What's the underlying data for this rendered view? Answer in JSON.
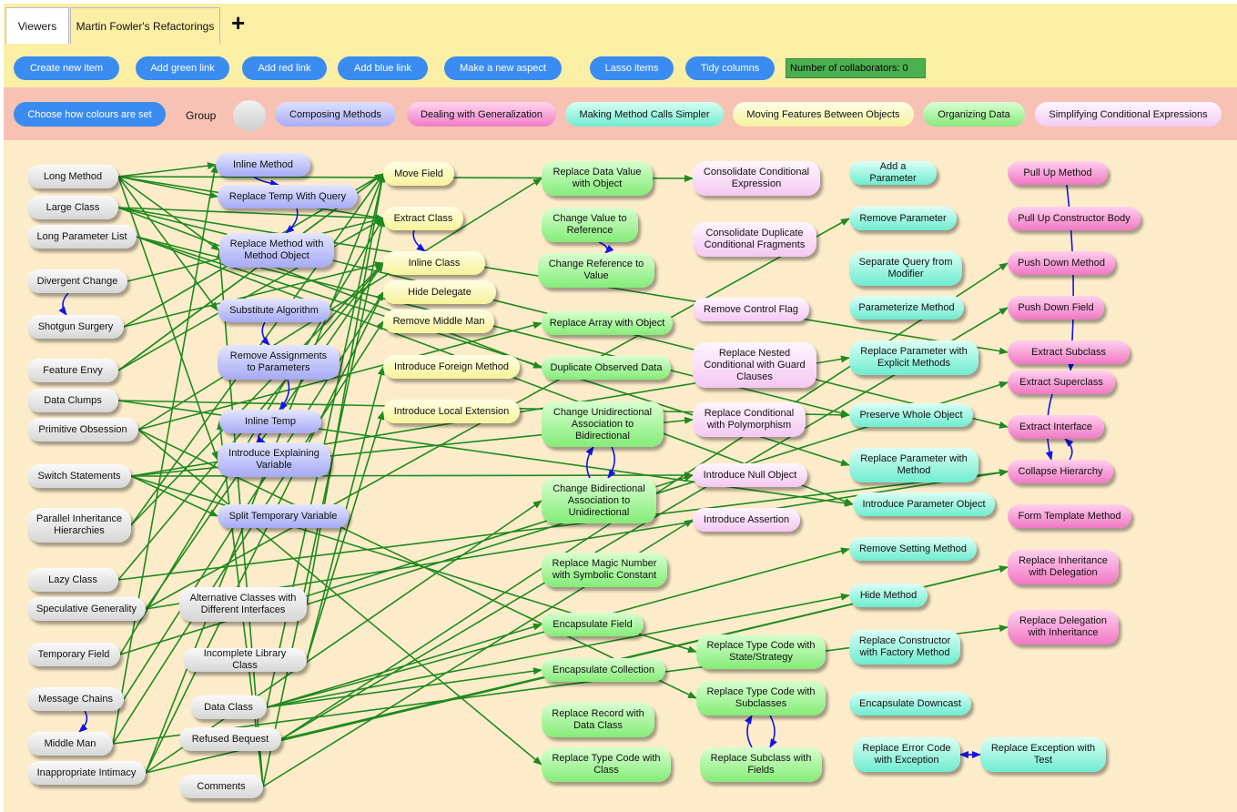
{
  "tabs": {
    "viewers": "Viewers",
    "current": "Martin Fowler's Refactorings",
    "add": "+"
  },
  "toolbar": {
    "create_item": "Create new item",
    "add_green": "Add green link",
    "add_red": "Add red link",
    "add_blue": "Add blue link",
    "new_aspect": "Make a new aspect",
    "lasso": "Lasso items",
    "tidy": "Tidy columns",
    "collaborators": "Number of collaborators: 0"
  },
  "legend": {
    "choose_colours": "Choose how colours are set",
    "group_label": "Group",
    "groups": [
      {
        "label": "Composing Methods",
        "color": "#b3b6f7"
      },
      {
        "label": "Dealing with Generalization",
        "color": "#f58fd0"
      },
      {
        "label": "Making Method Calls Simpler",
        "color": "#7cf0d6"
      },
      {
        "label": "Moving Features Between Objects",
        "color": "#f9f6a8"
      },
      {
        "label": "Organizing Data",
        "color": "#94ee88"
      },
      {
        "label": "Simplifying Conditional Expressions",
        "color": "#f8d4f6"
      }
    ]
  },
  "colors": {
    "green_link": "#1f8a1f",
    "blue_link": "#1414e6",
    "canvas": "#fdecca"
  },
  "nodes": {
    "smells": [
      "Long Method",
      "Large Class",
      "Long Parameter List",
      "Divergent Change",
      "Shotgun Surgery",
      "Feature Envy",
      "Data Clumps",
      "Primitive Obsession",
      "Switch Statements",
      "Parallel Inheritance Hierarchies",
      "Lazy Class",
      "Speculative Generality",
      "Temporary Field",
      "Message Chains",
      "Middle Man",
      "Inappropriate Intimacy",
      "Alternative Classes with Different Interfaces",
      "Incomplete Library Class",
      "Data Class",
      "Refused Bequest",
      "Comments"
    ],
    "composing": [
      "Inline Method",
      "Replace Temp With Query",
      "Replace Method with Method Object",
      "Substitute Algorithm",
      "Remove Assignments to Parameters",
      "Inline Temp",
      "Introduce Explaining Variable",
      "Split Temporary Variable"
    ],
    "moving": [
      "Move Field",
      "Extract Class",
      "Inline Class",
      "Hide Delegate",
      "Remove Middle Man",
      "Introduce Foreign Method",
      "Introduce Local Extension"
    ],
    "organizing": [
      "Replace Data Value with Object",
      "Change Value to Reference",
      "Change Reference to Value",
      "Replace Array with Object",
      "Duplicate Observed Data",
      "Change Unidirectional Association to Bidirectional",
      "Change Bidirectional Association to Unidirectional",
      "Replace Magic Number with Symbolic Constant",
      "Encapsulate Field",
      "Encapsulate Collection",
      "Replace Record with Data Class",
      "Replace Type Code with Class",
      "Replace Type Code with State/Strategy",
      "Replace Type Code with Subclasses",
      "Replace Subclass with Fields"
    ],
    "simplifying": [
      "Consolidate Conditional Expression",
      "Consolidate Duplicate Conditional Fragments",
      "Remove Control Flag",
      "Replace Nested Conditional with Guard Clauses",
      "Replace Conditional with Polymorphism",
      "Introduce Null Object",
      "Introduce Assertion"
    ],
    "calls": [
      "Add a Parameter",
      "Remove Parameter",
      "Separate Query from Modifier",
      "Parameterize Method",
      "Replace Parameter with Explicit Methods",
      "Preserve Whole Object",
      "Replace Parameter with Method",
      "Introduce Parameter Object",
      "Remove Setting Method",
      "Hide Method",
      "Replace Constructor with Factory Method",
      "Encapsulate Downcast",
      "Replace Error Code with Exception",
      "Replace Exception with Test"
    ],
    "generalization": [
      "Pull Up Method",
      "Pull Up Constructor Body",
      "Push Down Method",
      "Push Down Field",
      "Extract Subclass",
      "Extract Superclass",
      "Extract Interface",
      "Collapse Hierarchy",
      "Form Template Method",
      "Replace Inheritance with Delegation",
      "Replace Delegation with Inheritance"
    ]
  }
}
